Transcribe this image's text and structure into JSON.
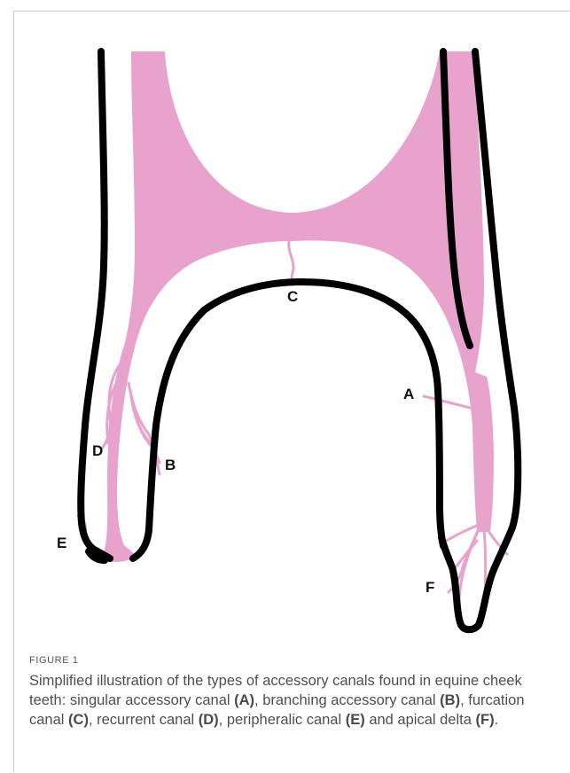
{
  "figure": {
    "label": "FIGURE 1",
    "caption": [
      {
        "text": "Simplified illustration of the types of accessory canals found in equine cheek teeth: singular accessory canal ",
        "bold": false
      },
      {
        "text": "(A)",
        "bold": true
      },
      {
        "text": ", branching accessory canal ",
        "bold": false
      },
      {
        "text": "(B)",
        "bold": true
      },
      {
        "text": ", furcation canal ",
        "bold": false
      },
      {
        "text": "(C)",
        "bold": true
      },
      {
        "text": ", recurrent canal ",
        "bold": false
      },
      {
        "text": "(D)",
        "bold": true
      },
      {
        "text": ", peripheralic canal ",
        "bold": false
      },
      {
        "text": "(E)",
        "bold": true
      },
      {
        "text": " and apical delta ",
        "bold": false
      },
      {
        "text": "(F)",
        "bold": true
      },
      {
        "text": ".",
        "bold": false
      }
    ]
  },
  "labels": {
    "a": "A",
    "b": "B",
    "c": "C",
    "d": "D",
    "e": "E",
    "f": "F"
  },
  "colors": {
    "pulp": "#e7a3cc",
    "outline": "#000000",
    "background": "#ffffff"
  }
}
